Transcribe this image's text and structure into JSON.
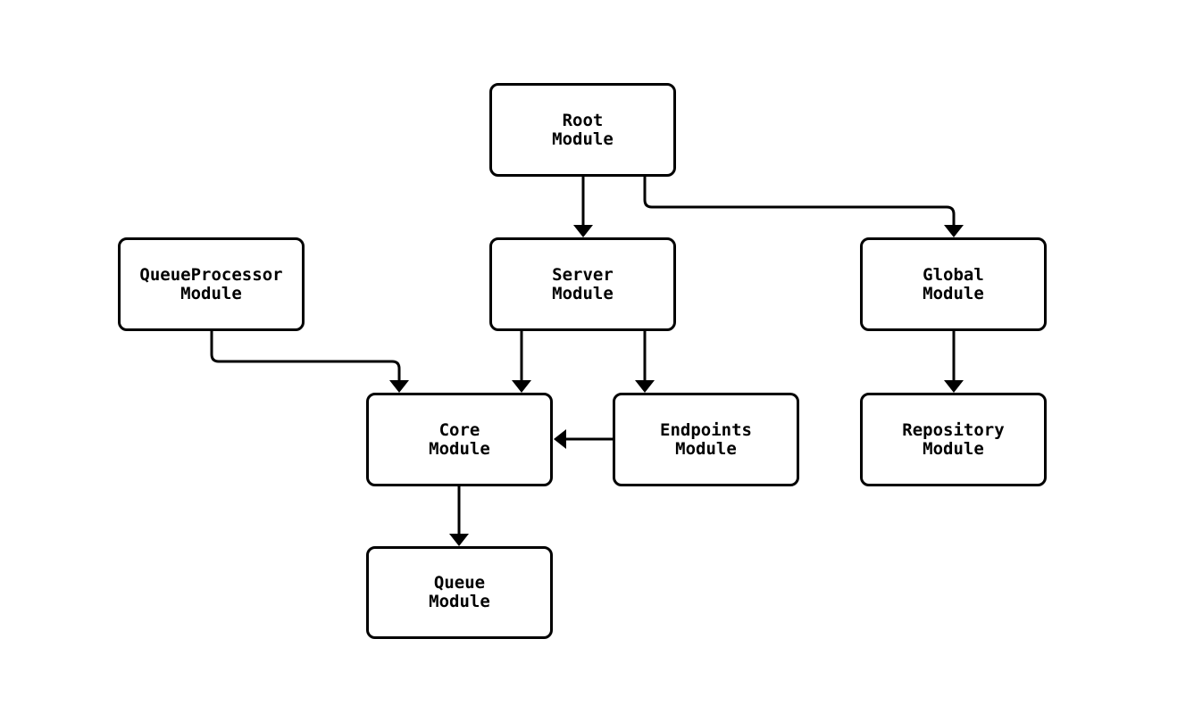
{
  "diagram": {
    "type": "flowchart",
    "colors": {
      "stroke": "#000000",
      "node_fill": "#ffffff",
      "background": "#ffffff",
      "text": "#000000"
    },
    "nodes": [
      {
        "id": "root",
        "line1": "Root",
        "line2": "Module"
      },
      {
        "id": "queueprocessor",
        "line1": "QueueProcessor",
        "line2": "Module"
      },
      {
        "id": "server",
        "line1": "Server",
        "line2": "Module"
      },
      {
        "id": "global",
        "line1": "Global",
        "line2": "Module"
      },
      {
        "id": "core",
        "line1": "Core",
        "line2": "Module"
      },
      {
        "id": "endpoints",
        "line1": "Endpoints",
        "line2": "Module"
      },
      {
        "id": "repository",
        "line1": "Repository",
        "line2": "Module"
      },
      {
        "id": "queue",
        "line1": "Queue",
        "line2": "Module"
      }
    ],
    "edges": [
      {
        "from": "Root Module",
        "to": "Server Module"
      },
      {
        "from": "Root Module",
        "to": "Global Module"
      },
      {
        "from": "QueueProcessor Module",
        "to": "Core Module"
      },
      {
        "from": "Server Module",
        "to": "Core Module"
      },
      {
        "from": "Server Module",
        "to": "Endpoints Module"
      },
      {
        "from": "Endpoints Module",
        "to": "Core Module"
      },
      {
        "from": "Global Module",
        "to": "Repository Module"
      },
      {
        "from": "Core Module",
        "to": "Queue Module"
      }
    ]
  }
}
